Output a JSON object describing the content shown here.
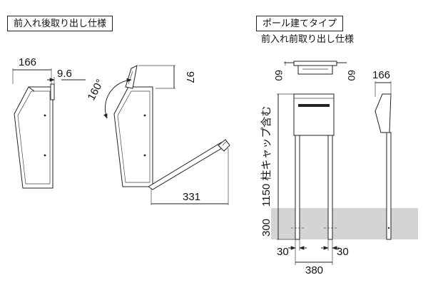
{
  "left_panel": {
    "title": "前入れ後取り出し仕様",
    "dims": {
      "width": "166",
      "lip": "9.6",
      "lid_height": "97",
      "angle": "160°",
      "door_length": "331"
    }
  },
  "right_panel": {
    "title": "ポール建てタイプ",
    "subtitle": "前入れ前取り出し仕様",
    "dims": {
      "top_left": "60",
      "top_right": "60",
      "side_width": "166",
      "height": "1150 柱キャップ含む",
      "ground": "300",
      "pole_left": "30",
      "pole_right": "30",
      "pole_span": "380"
    }
  },
  "colors": {
    "ground_fill": "#d4d4d4",
    "line": "#222222"
  }
}
